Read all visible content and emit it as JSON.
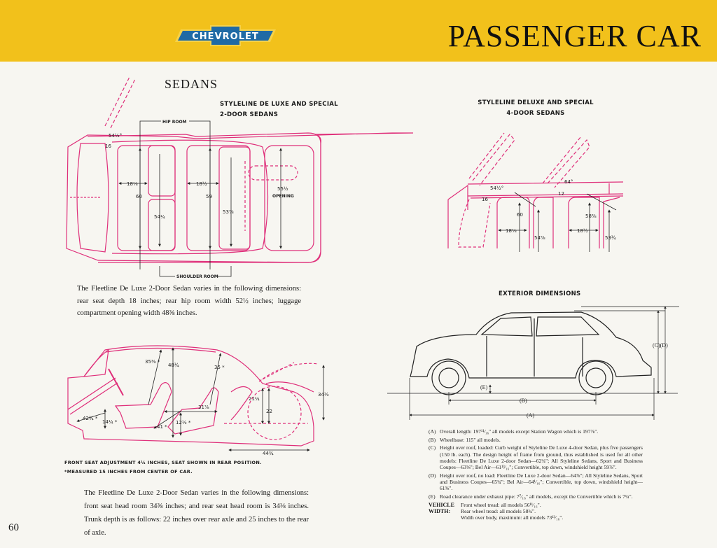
{
  "header": {
    "brand_logo_text": "CHEVROLET",
    "title": "PASSENGER CAR",
    "band_color": "#f2c11b",
    "logo_color": "#1f6aa5"
  },
  "section_title": "SEDANS",
  "left_heading": [
    "STYLELINE DE LUXE AND SPECIAL",
    "2-DOOR SEDANS"
  ],
  "right_heading": [
    "STYLELINE DELUXE AND SPECIAL",
    "4-DOOR SEDANS"
  ],
  "diagram_color": "#df2f7a",
  "top_view_labels": {
    "hip_room": "HIP ROOM",
    "shoulder_room": "SHOULDER ROOM",
    "windshield_angle": "54½°",
    "door_gap": "16",
    "front_seat_depth": "18⅛",
    "front_hip_width": "60",
    "front_shoulder": "54¼",
    "rear_seat_depth": "18½",
    "rear_hip_width": "59",
    "rear_shoulder": "53⅞",
    "trunk_opening": "55½",
    "opening": "OPENING"
  },
  "paragraph_1": "The Fleetline De Luxe 2-Door Sedan varies in the following dimensions: rear seat depth 18 inches; rear hip room width 52½ inches; luggage compartment opening width 48⅜ inches.",
  "side_view_labels": {
    "front_headroom": "35⅜ *",
    "floor_to_roof": "48¾",
    "rear_headroom": "35 *",
    "rear_legroom": "31⅞",
    "trunk_height_front": "21¼",
    "trunk_height": "22",
    "trunk_lid": "34½",
    "front_legroom": "42¾ *",
    "front_seat_height": "14¼ *",
    "knee_room": "41 *",
    "rear_seat_height": "12½ *",
    "trunk_length": "44¾"
  },
  "side_notes": [
    "FRONT SEAT ADJUSTMENT 4¼ INCHES, SEAT SHOWN IN REAR POSITION.",
    "*MEASURED 15 INCHES FROM CENTER OF CAR."
  ],
  "paragraph_2": "The Fleetline De Luxe 2-Door Sedan varies in the following dimensions: front seat head room 34⅜ inches; and rear seat head room is 34⅛ inches. Trunk depth is as follows: 22 inches over rear axle and 25 inches to the rear of axle.",
  "four_door_labels": {
    "front_door_angle": "54½°",
    "front_door_gap": "16",
    "rear_door_angle": "64°",
    "rear_door_gap": "12",
    "front_hip": "60",
    "front_shoulder": "54⅝",
    "front_seat_depth": "18⅛",
    "rear_hip": "58⅜",
    "rear_seat_depth": "18½",
    "rear_shoulder": "53¾"
  },
  "exterior_heading": "EXTERIOR DIMENSIONS",
  "exterior_labels": {
    "a": "(A)",
    "b": "(B)",
    "cd": "(C)(D)",
    "e": "(E)"
  },
  "notes": [
    {
      "key": "(A)",
      "text": "Overall length: 197¹¹⁄₁₆\" all models except Station Wagon which is 197⅞\"."
    },
    {
      "key": "(B)",
      "text": "Wheelbase: 115\" all models."
    },
    {
      "key": "(C)",
      "text": "Height over roof, loaded: Curb weight of Styleline De Luxe 4-door Sedan, plus five passengers (150 lb. each). The design height of frame from ground, thus established is used for all other models: Fleetline De Luxe 2-door Sedan—62¾\"; All Styleline Sedans, Sport and Business Coupes—63⅝\"; Bel Air—61¹³⁄₁₆\"; Convertible, top down, windshield height 59⅞\"."
    },
    {
      "key": "(D)",
      "text": "Height over roof, no load: Fleetline De Luxe 2-door Sedan—64⅞\"; All Styleline Sedans, Sport and Business Coupes—65¾\"; Bel Air—64¹⁄₁₆\"; Convertible, top down, windshield height—61⅝\"."
    },
    {
      "key": "(E)",
      "text": "Road clearance under exhaust pipe: 7⁷⁄₁₆\" all models, except the Convertible which is 7¼\"."
    }
  ],
  "vehicle_width": {
    "label": "VEHICLE WIDTH:",
    "lines": [
      "Front wheel tread: all models 56¹¹⁄₁₆\".",
      "Rear wheel tread: all models 58¾\".",
      "Width over body, maximum: all models 73¹³⁄₁₆\"."
    ]
  },
  "page_number": "60"
}
